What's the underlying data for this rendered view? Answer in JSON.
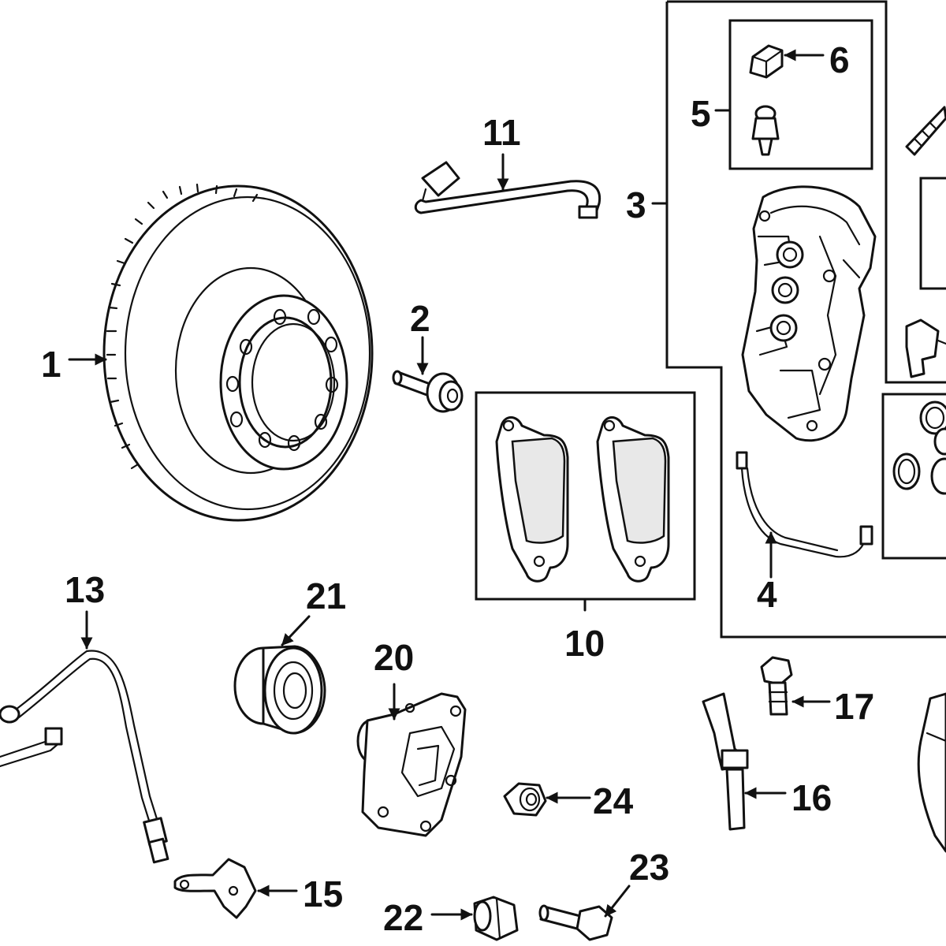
{
  "diagram": {
    "callouts": {
      "c1": "1",
      "c2": "2",
      "c3": "3",
      "c4": "4",
      "c5": "5",
      "c6": "6",
      "c10": "10",
      "c11": "11",
      "c13": "13",
      "c15": "15",
      "c16": "16",
      "c17": "17",
      "c20": "20",
      "c21": "21",
      "c22": "22",
      "c23": "23",
      "c24": "24"
    }
  },
  "colors": {
    "ink": "#111111",
    "background": "#ffffff"
  }
}
